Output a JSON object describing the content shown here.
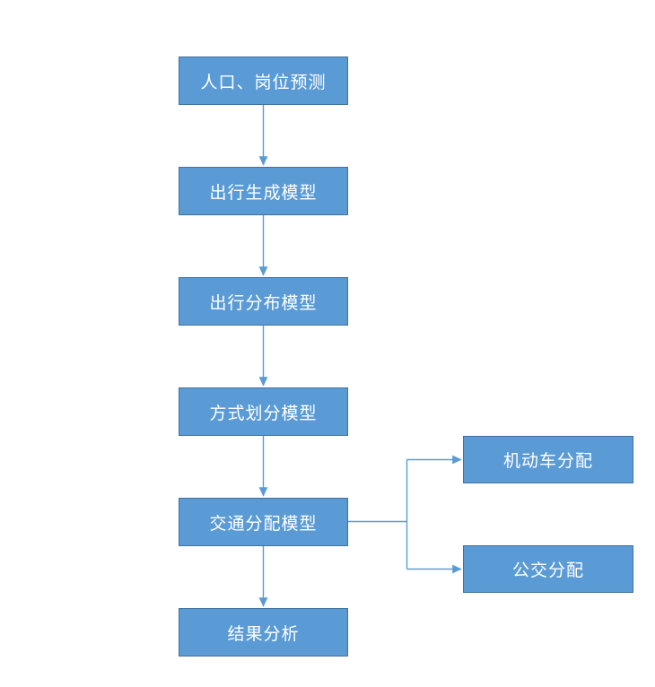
{
  "colors": {
    "node_fill": "#5B9BD5",
    "node_border": "#41719C",
    "connector": "#5B9BD5",
    "text": "#FFFFFF",
    "background": "#FFFFFF"
  },
  "flow": {
    "main_nodes": [
      {
        "label": "人口、岗位预测"
      },
      {
        "label": "出行生成模型"
      },
      {
        "label": "出行分布模型"
      },
      {
        "label": "方式划分模型"
      },
      {
        "label": "交通分配模型"
      },
      {
        "label": "结果分析"
      }
    ],
    "branch_nodes": [
      {
        "label": "机动车分配"
      },
      {
        "label": "公交分配"
      }
    ],
    "edges": [
      {
        "from": "人口、岗位预测",
        "to": "出行生成模型"
      },
      {
        "from": "出行生成模型",
        "to": "出行分布模型"
      },
      {
        "from": "出行分布模型",
        "to": "方式划分模型"
      },
      {
        "from": "方式划分模型",
        "to": "交通分配模型"
      },
      {
        "from": "交通分配模型",
        "to": "结果分析"
      },
      {
        "from": "交通分配模型",
        "to": "机动车分配"
      },
      {
        "from": "交通分配模型",
        "to": "公交分配"
      }
    ]
  }
}
